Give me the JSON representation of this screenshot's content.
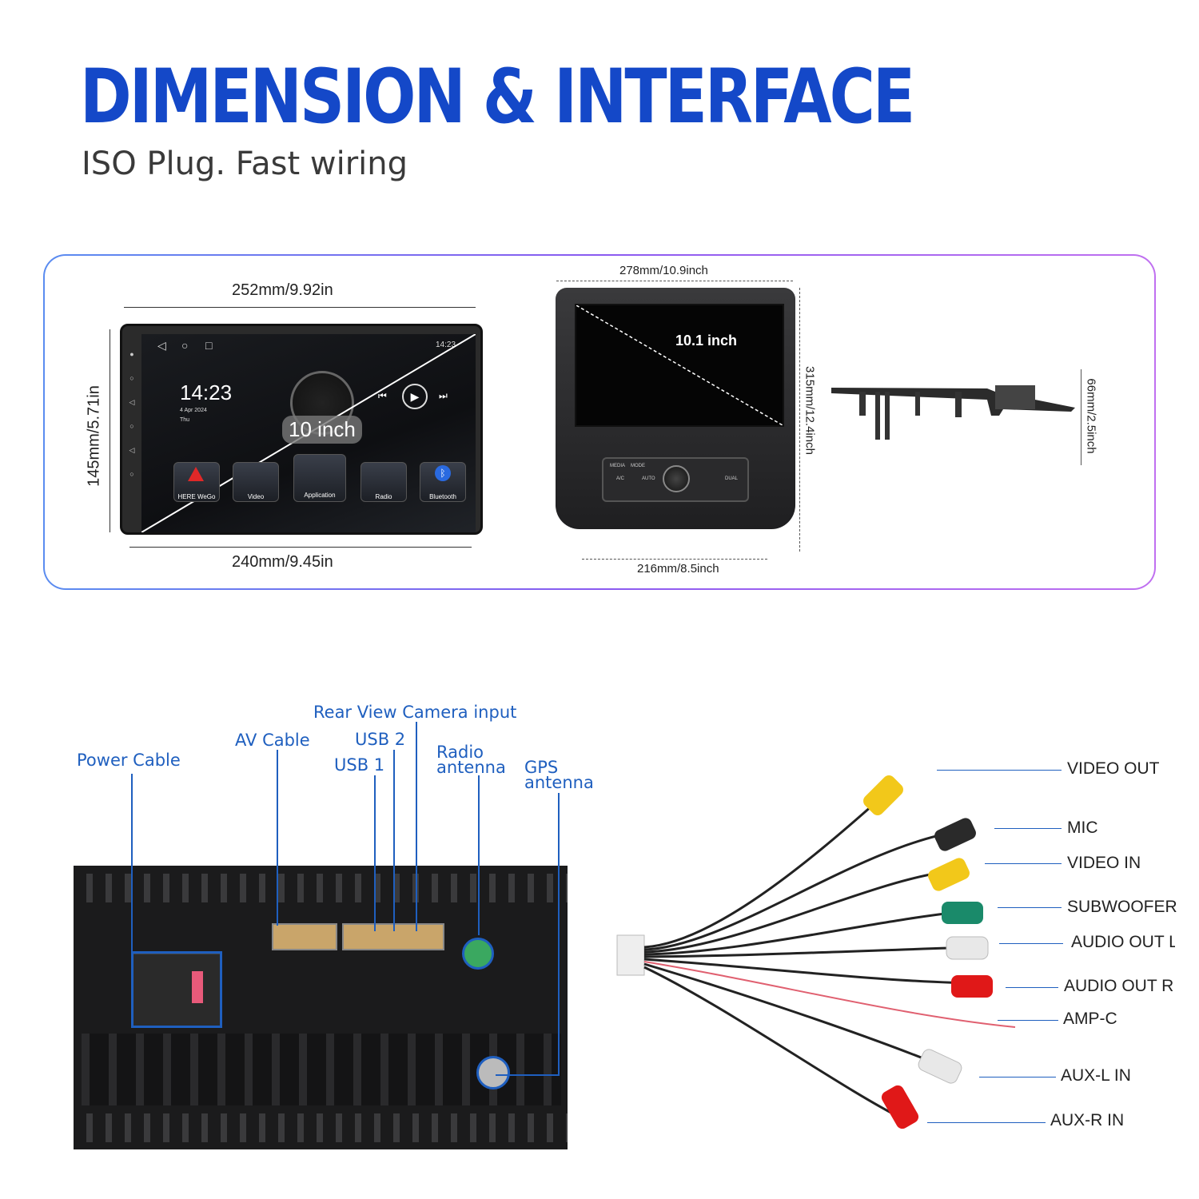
{
  "header": {
    "title": "DIMENSION & INTERFACE",
    "subtitle": "ISO Plug. Fast wiring"
  },
  "screen_unit": {
    "width_top": "252mm/9.92in",
    "width_bottom": "240mm/9.45in",
    "height": "145mm/5.71in",
    "screen_size": "10 inch",
    "clock": "14:23",
    "date": "4 Apr 2024",
    "day": "Thu",
    "status_time": "14:23",
    "apps": [
      "HERE WeGo",
      "Video",
      "Application",
      "Radio",
      "Bluetooth"
    ]
  },
  "frame_unit": {
    "width_top": "278mm/10.9inch",
    "width_bottom": "216mm/8.5inch",
    "height": "315mm/12.4inch",
    "depth": "66mm/2.5inch",
    "screen_size": "10.1 inch",
    "panel_labels": [
      "MEDIA",
      "MODE",
      "A/C",
      "AUTO",
      "DUAL"
    ]
  },
  "rear_ports": {
    "labels": {
      "power_cable": "Power Cable",
      "av_cable": "AV Cable",
      "usb1": "USB 1",
      "usb2": "USB 2",
      "rear_camera": "Rear View Camera input",
      "radio_antenna_1": "Radio",
      "radio_antenna_2": "antenna",
      "gps_antenna_1": "GPS",
      "gps_antenna_2": "antenna"
    }
  },
  "harness": {
    "labels": [
      "VIDEO OUT",
      "MIC",
      "VIDEO IN",
      "SUBWOOFER",
      "AUDIO OUT L",
      "AUDIO OUT R",
      "AMP-C",
      "AUX-L IN",
      "AUX-R IN"
    ],
    "colors": {
      "yellow": "#f2c81a",
      "black": "#2a2a2a",
      "green": "#1a8a6a",
      "white": "#e8e8e8",
      "red": "#e01818"
    }
  }
}
